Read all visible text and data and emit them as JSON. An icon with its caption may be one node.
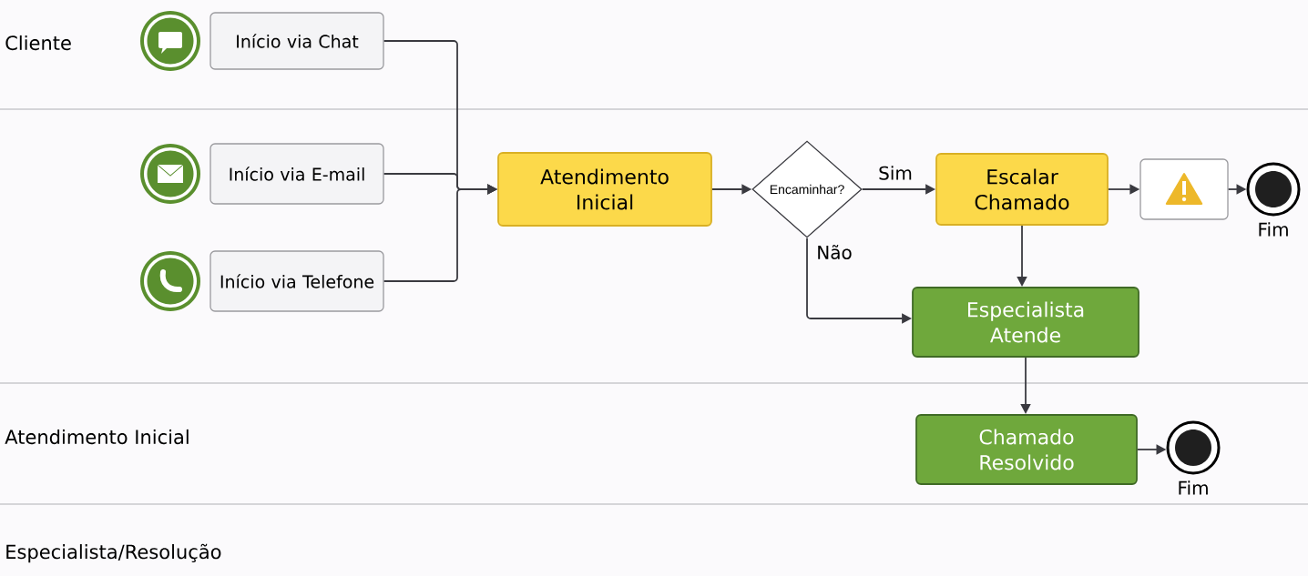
{
  "diagram": {
    "nodes": [
      {
        "text": [
          "Início via Chat"
        ]
      },
      {
        "text": [
          "Início via E-mail"
        ]
      },
      {
        "text": [
          "Início via Telefone"
        ]
      },
      {
        "text": [
          "Atendimento Inicial"
        ]
      },
      {
        "text": [
          "Encaminhar?"
        ]
      },
      {
        "text": [
          "Escalar Chamado"
        ]
      },
      {
        "text": [],
        "shape": "box"
      },
      {
        "text": [],
        "shape": "circle",
        "beside": [
          "Fim"
        ]
      },
      {
        "text": [
          "Especialista Atende"
        ]
      },
      {
        "text": [
          "Chamado Resolvido"
        ]
      },
      {
        "text": [],
        "shape": "circle",
        "beside": [
          "Fim"
        ]
      }
    ],
    "edges": [
      {
        "from": 0,
        "to": 3,
        "arrow": "to"
      },
      {
        "from": 1,
        "to": 3,
        "arrow": "to"
      },
      {
        "from": 2,
        "to": 3,
        "arrow": "to"
      },
      {
        "from": 3,
        "to": 4,
        "arrow": "to"
      },
      {
        "from": 4,
        "to": 5,
        "arrow": "to",
        "label": "Sim"
      },
      {
        "from": 4,
        "to": 8,
        "arrow": "to",
        "label": "Não"
      },
      {
        "from": 5,
        "to": 6,
        "arrow": "to"
      },
      {
        "from": 6,
        "to": 7,
        "arrow": "to"
      },
      {
        "from": 5,
        "to": 8,
        "arrow": "to"
      },
      {
        "from": 8,
        "to": 9,
        "arrow": "to"
      },
      {
        "from": 9,
        "to": 10,
        "arrow": "to"
      }
    ],
    "labels": [
      "Cliente",
      "Atendimento Inicial",
      "Especialista/Resolução"
    ]
  }
}
